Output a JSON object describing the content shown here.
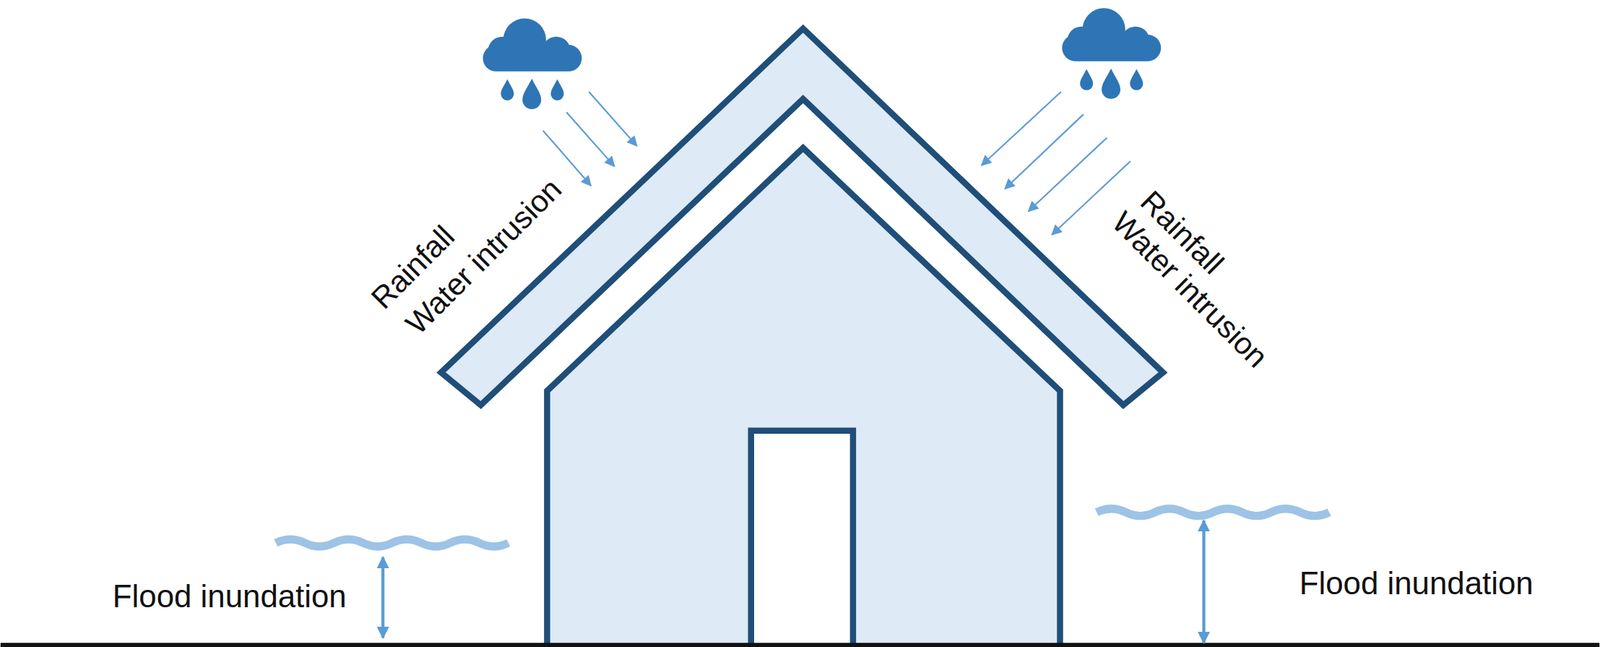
{
  "diagram": {
    "labels": [
      "Rainfall",
      "Water intrusion",
      "Rainfall",
      "Water intrusion",
      "Flood inundation",
      "Flood inundation"
    ]
  }
}
